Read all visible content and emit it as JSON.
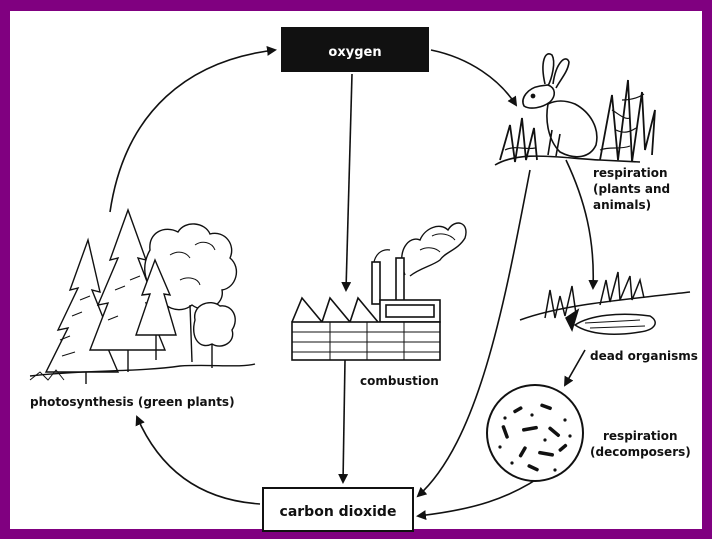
{
  "colors": {
    "frame": "#800080",
    "ink": "#111111",
    "oxygen_box": "#111111"
  },
  "nodes": {
    "oxygen": "oxygen",
    "respiration_animals_l1": "respiration",
    "respiration_animals_l2": "(plants and",
    "respiration_animals_l3": "animals)",
    "dead_organisms": "dead organisms",
    "respiration_decomposers_l1": "respiration",
    "respiration_decomposers_l2": "(decomposers)",
    "carbon_dioxide": "carbon dioxide",
    "photosynthesis": "photosynthesis (green plants)",
    "combustion": "combustion"
  },
  "icons": [
    "rabbit-icon",
    "trees-icon",
    "factory-icon",
    "dead-organisms-icon",
    "decomposers-icon"
  ]
}
